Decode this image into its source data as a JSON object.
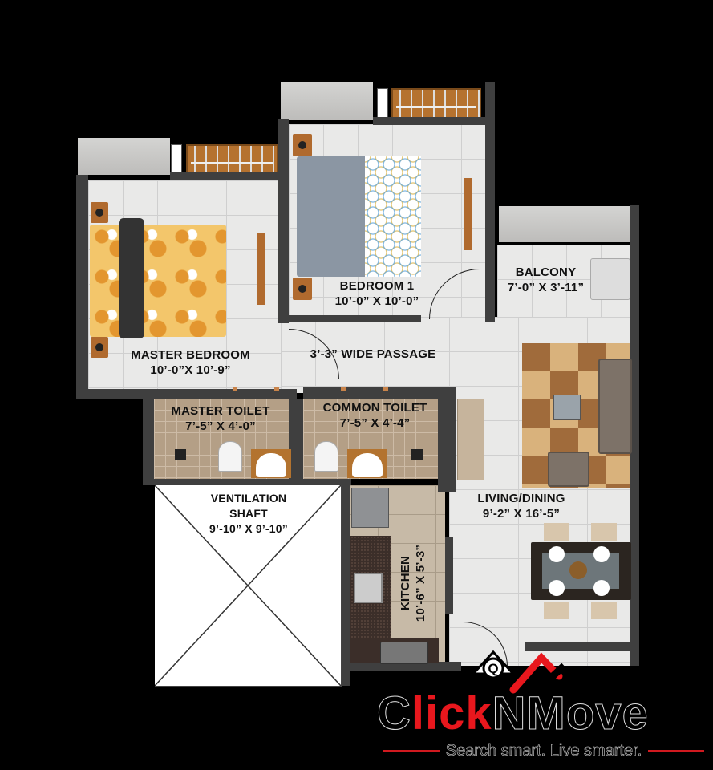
{
  "floorplan": {
    "rooms": [
      {
        "id": "master-bedroom",
        "name": "MASTER BEDROOM",
        "size": "10’-0”X 10’-9”"
      },
      {
        "id": "bedroom-1",
        "name": "BEDROOM 1",
        "size": "10’-0” X 10’-0”"
      },
      {
        "id": "balcony",
        "name": "BALCONY",
        "size": "7’-0” X 3’-11”"
      },
      {
        "id": "passage",
        "name": "3’-3” WIDE PASSAGE",
        "size": ""
      },
      {
        "id": "master-toilet",
        "name": "MASTER TOILET",
        "size": "7’-5” X 4’-0”"
      },
      {
        "id": "common-toilet",
        "name": "COMMON TOILET",
        "size": "7’-5” X 4’-4”"
      },
      {
        "id": "ventilation-shaft",
        "name": "VENTILATION",
        "name2": "SHAFT",
        "size": "9’-10” X 9’-10”"
      },
      {
        "id": "kitchen",
        "name": "KITCHEN",
        "size": "10’-6” X 5’-3”"
      },
      {
        "id": "living-dining",
        "name": "LIVING/DINING",
        "size": "9’-2” X 16’-5”"
      }
    ]
  },
  "branding": {
    "logo_part1": "Click",
    "logo_part2": "NMove",
    "logo_C": "C",
    "logo_lick": "lick",
    "tagline": "Search smart. Live smarter.",
    "accent_color": "#e8171d"
  }
}
